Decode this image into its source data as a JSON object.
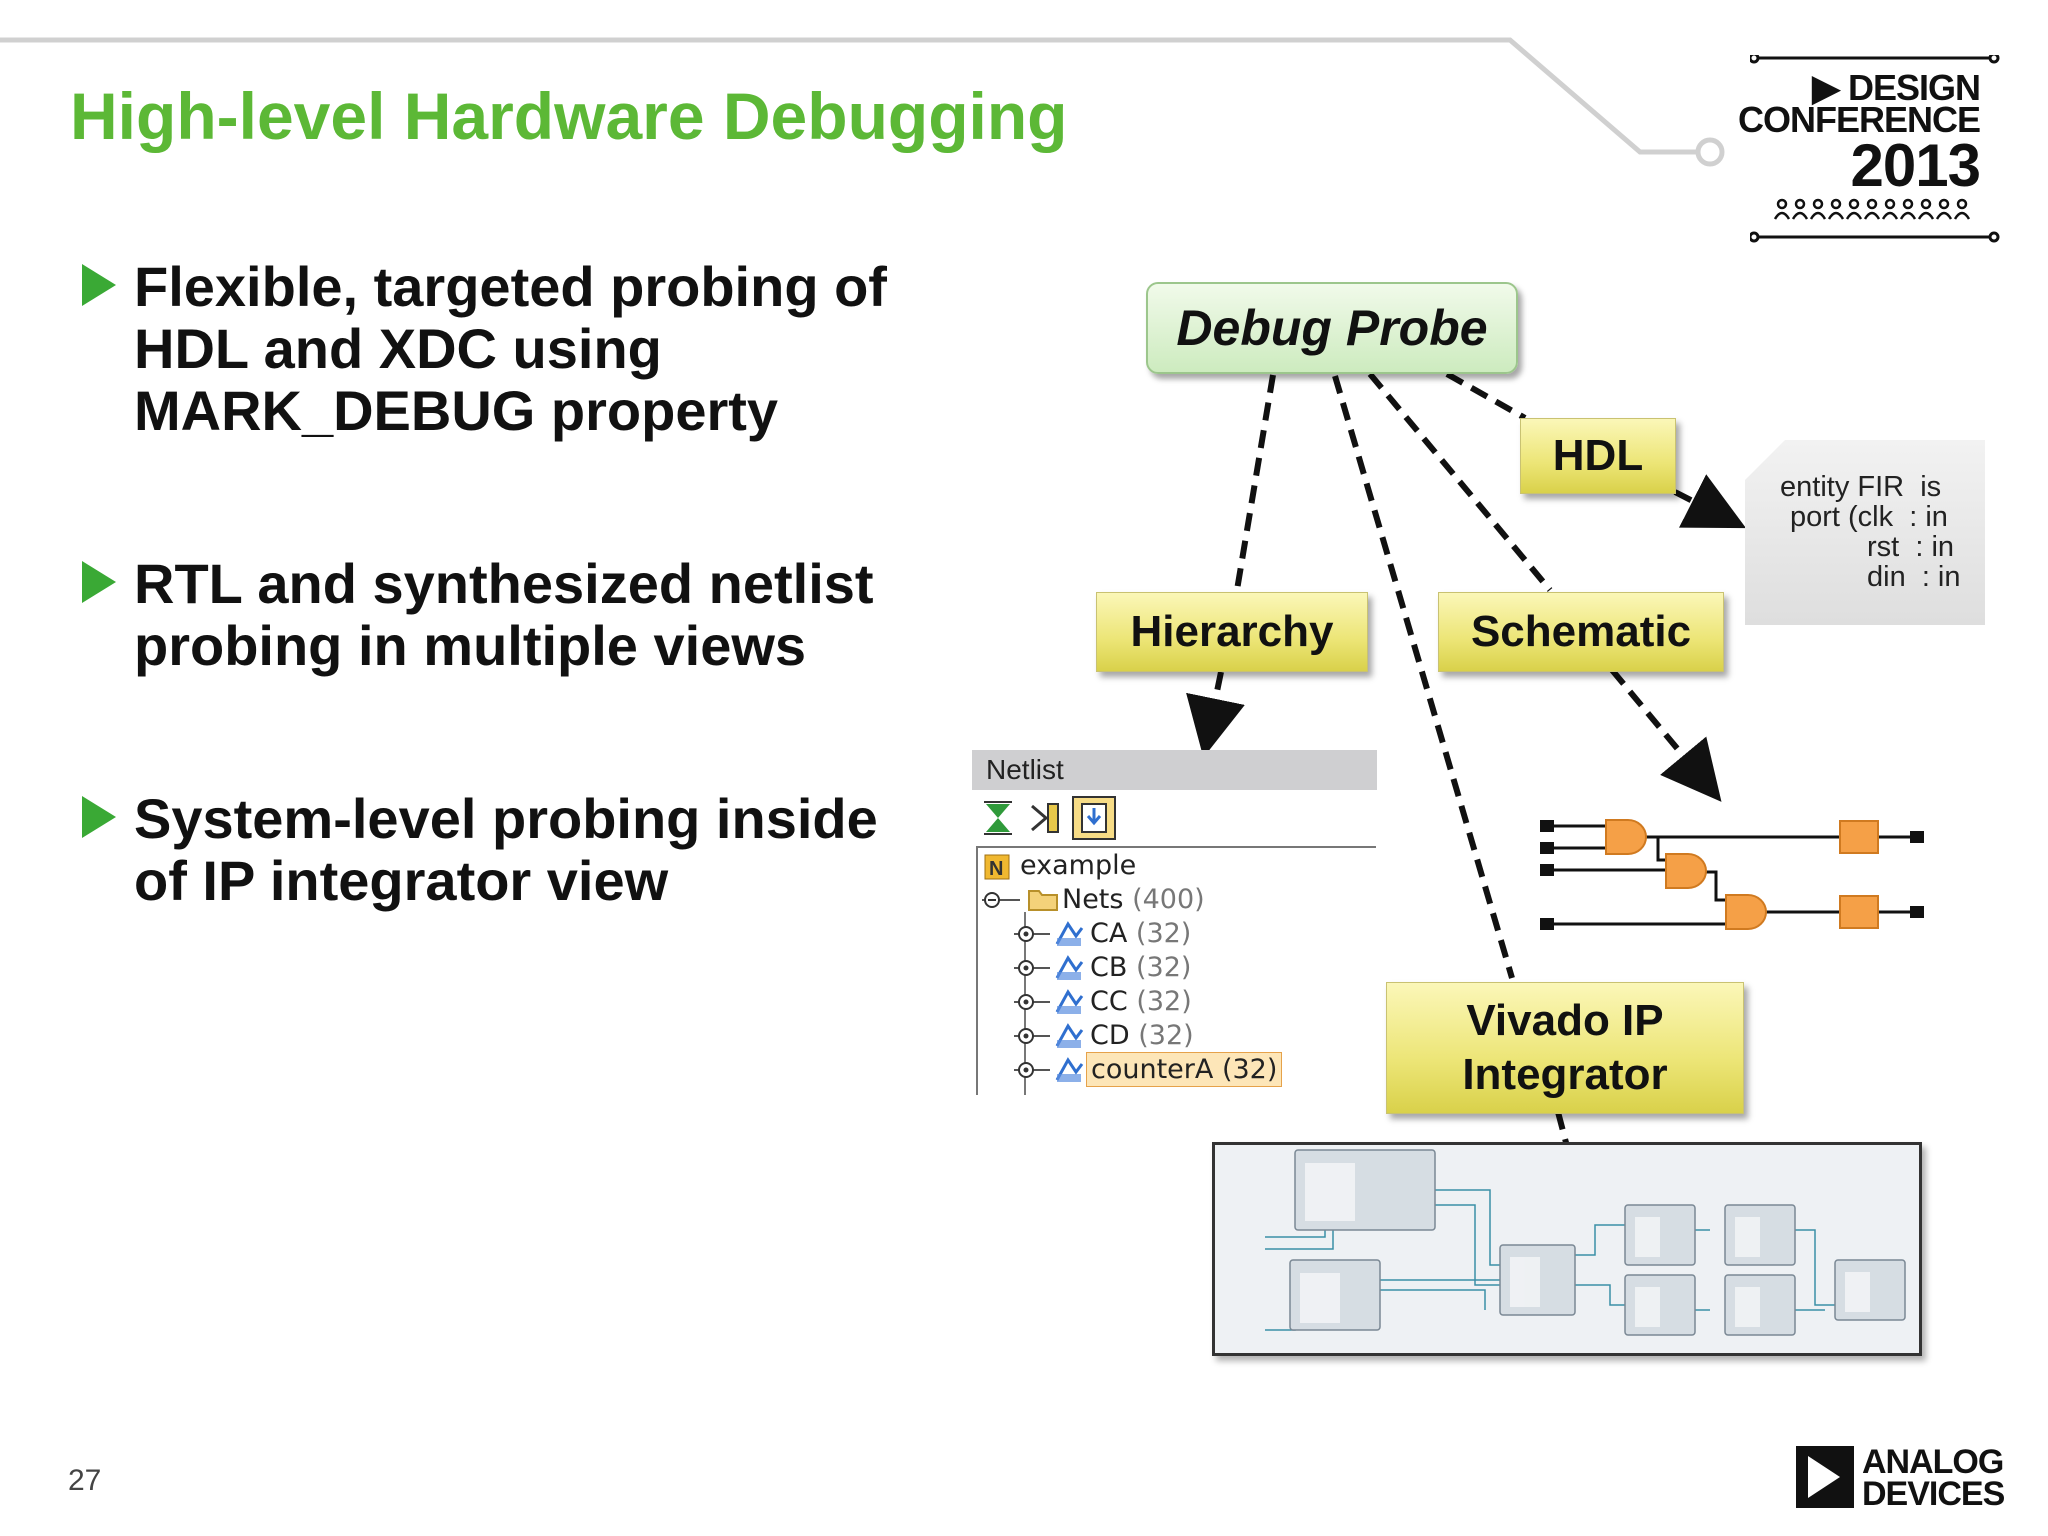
{
  "slide": {
    "title": "High-level Hardware Debugging",
    "page_number": "27"
  },
  "bullets": [
    {
      "text": "Flexible, targeted probing of\nHDL and XDC using\nMARK_DEBUG property"
    },
    {
      "text": "RTL and synthesized netlist\nprobing in multiple views"
    },
    {
      "text": "System-level probing inside\nof IP integrator view"
    }
  ],
  "conference_logo": {
    "line1": "▶ DESIGN",
    "line2": "CONFERENCE",
    "year": "2013"
  },
  "company_logo": {
    "line1": "ANALOG",
    "line2": "DEVICES"
  },
  "diagram": {
    "root": "Debug Probe",
    "nodes": {
      "hdl": "HDL",
      "hierarchy": "Hierarchy",
      "schematic": "Schematic",
      "ipi": "Vivado IP\nIntegrator"
    },
    "hdl_code": [
      "entity FIR  is",
      "port (clk  : in",
      "rst  : in",
      "din  : in"
    ],
    "netlist": {
      "header": "Netlist",
      "root": "example",
      "nets_label": "Nets",
      "nets_count": "(400)",
      "items": [
        {
          "name": "CA",
          "count": "(32)"
        },
        {
          "name": "CB",
          "count": "(32)"
        },
        {
          "name": "CC",
          "count": "(32)"
        },
        {
          "name": "CD",
          "count": "(32)"
        },
        {
          "name": "counterA",
          "count": "(32)"
        }
      ]
    }
  },
  "colors": {
    "title_green": "#5cb836",
    "bullet_green": "#3aa935",
    "gate_orange": "#f5a047",
    "box_yellow": "#ece576"
  }
}
